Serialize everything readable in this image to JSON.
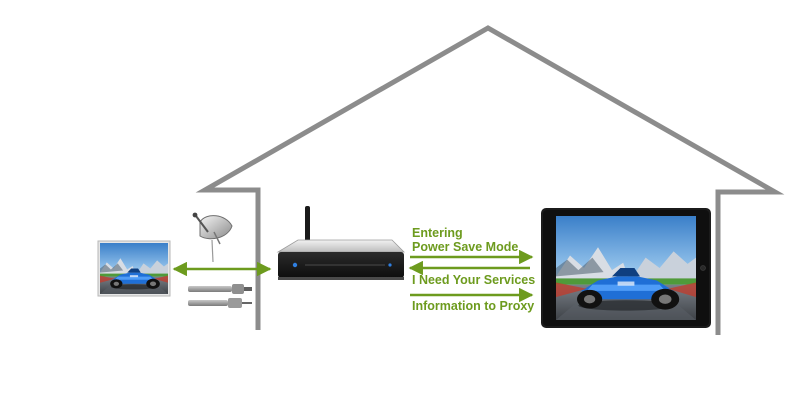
{
  "messages": {
    "entering_line1": "Entering",
    "entering_line2": "Power Save Mode",
    "need_services": "I Need Your Services",
    "info_to_proxy": "Information to Proxy"
  },
  "colors": {
    "arrow": "#6d9b1e",
    "label": "#6d9b1e",
    "house_outline": "#8c8c8c",
    "router_body": "#d9d9d9",
    "router_front": "#1a1a1a",
    "screen_sky": "#4a9be0",
    "car_blue": "#1f6fd6"
  },
  "icons": {
    "house": "house-outline-icon",
    "router": "router-icon",
    "tablet": "tablet-icon",
    "tv": "tv-icon",
    "antenna": "satellite-antenna-icon",
    "cable": "cable-connector-icon"
  }
}
